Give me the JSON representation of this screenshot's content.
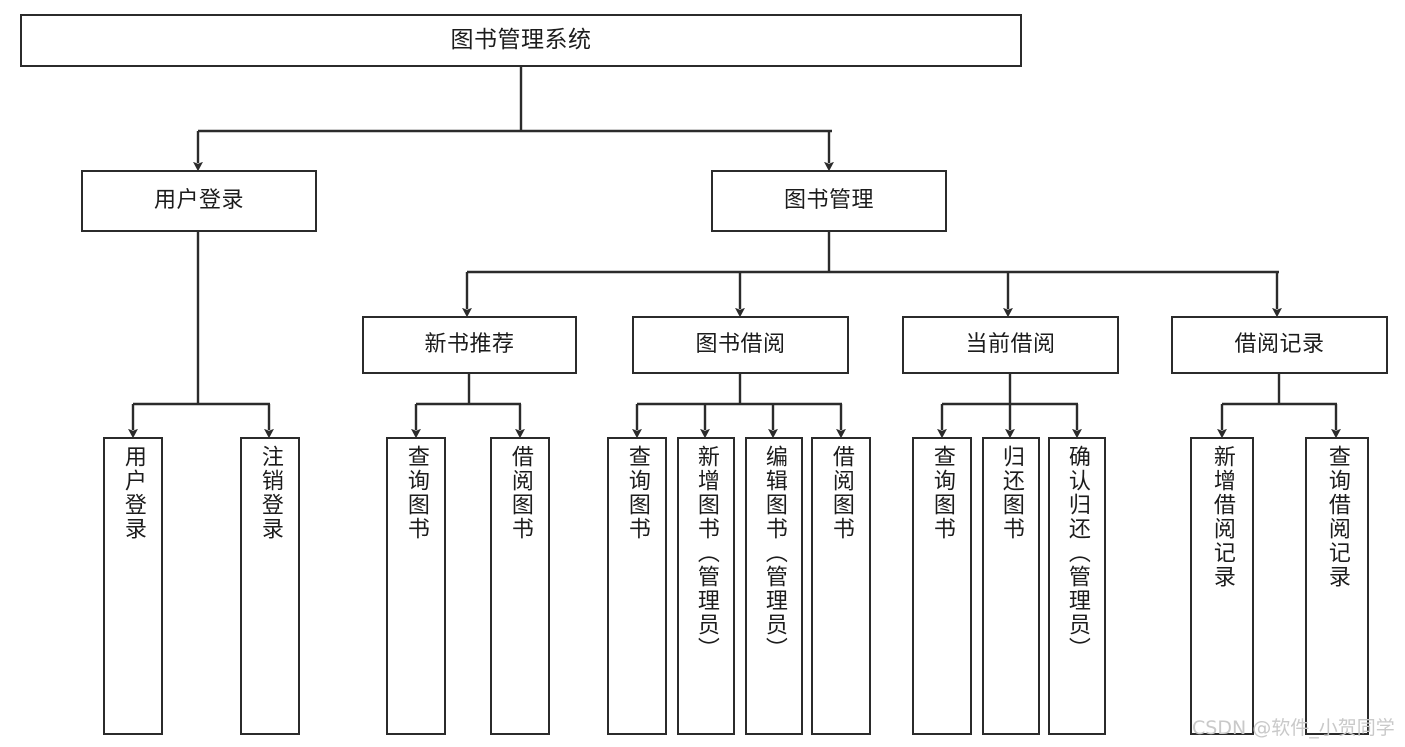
{
  "diagram": {
    "title": "图书管理系统",
    "type": "tree-hierarchy-diagram",
    "stroke_color": "#2b2b2b",
    "fill_color": "#ffffff",
    "text_color": "#1c1c1c",
    "watermark": "CSDN @软件_小贺同学"
  },
  "nodes": {
    "root": {
      "label": "图书管理系统"
    },
    "level2": [
      {
        "id": "user-login",
        "label": "用户登录"
      },
      {
        "id": "book-management",
        "label": "图书管理"
      }
    ],
    "level3": [
      {
        "id": "new-book-recommend",
        "label": "新书推荐"
      },
      {
        "id": "book-borrow",
        "label": "图书借阅"
      },
      {
        "id": "current-borrow",
        "label": "当前借阅"
      },
      {
        "id": "borrow-record",
        "label": "借阅记录"
      }
    ],
    "leaves": {
      "user_login": [
        {
          "id": "leaf-user-login",
          "label": "用户登录"
        },
        {
          "id": "leaf-logout-login",
          "label": "注销登录"
        }
      ],
      "new_book_recommend": [
        {
          "id": "leaf-query-book-1",
          "label": "查询图书"
        },
        {
          "id": "leaf-borrow-book-1",
          "label": "借阅图书"
        }
      ],
      "book_borrow": [
        {
          "id": "leaf-query-book-2",
          "label": "查询图书"
        },
        {
          "id": "leaf-add-book",
          "label": "新增图书（管理员）"
        },
        {
          "id": "leaf-edit-book",
          "label": "编辑图书（管理员）"
        },
        {
          "id": "leaf-borrow-book-2",
          "label": "借阅图书"
        }
      ],
      "current_borrow": [
        {
          "id": "leaf-query-book-3",
          "label": "查询图书"
        },
        {
          "id": "leaf-return-book",
          "label": "归还图书"
        },
        {
          "id": "leaf-confirm-return",
          "label": "确认归还（管理员）"
        }
      ],
      "borrow_record": [
        {
          "id": "leaf-add-record",
          "label": "新增借阅记录"
        },
        {
          "id": "leaf-query-record",
          "label": "查询借阅记录"
        }
      ]
    }
  }
}
